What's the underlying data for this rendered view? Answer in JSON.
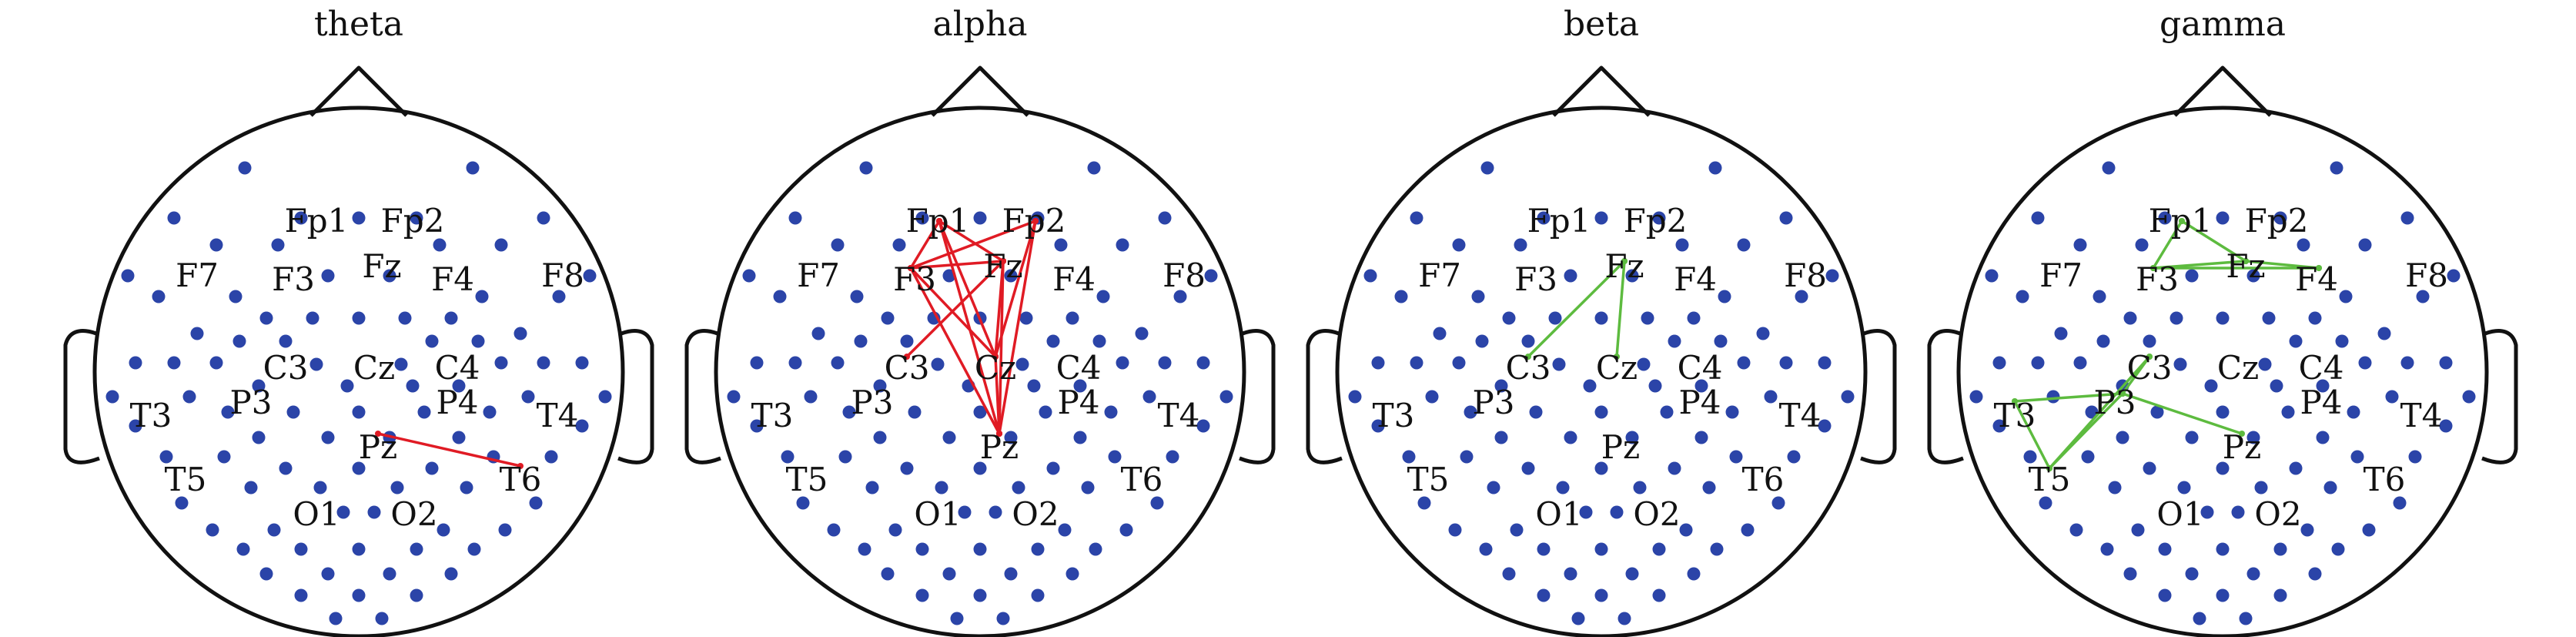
{
  "figure": {
    "band_titles": [
      "theta",
      "alpha",
      "beta",
      "gamma"
    ],
    "colors": {
      "head_outline": "#111111",
      "electrode_dot": "#2b44a8",
      "connection_theta_alpha": "#e01b24",
      "connection_beta_gamma": "#5dbb3f"
    },
    "electrode_labels": [
      "Fp1",
      "Fp2",
      "F7",
      "F3",
      "Fz",
      "F4",
      "F8",
      "C3",
      "Cz",
      "C4",
      "T3",
      "P3",
      "P4",
      "T4",
      "Pz",
      "T5",
      "T6",
      "O1",
      "O2"
    ]
  },
  "chart_data": {
    "type": "connectivity-topomap",
    "panels": [
      {
        "band": "theta",
        "connection_color": "#e01b24",
        "connections": [
          [
            "Pz",
            "T6"
          ]
        ]
      },
      {
        "band": "alpha",
        "connection_color": "#e01b24",
        "connections": [
          [
            "Fp1",
            "F3"
          ],
          [
            "Fp1",
            "Cz"
          ],
          [
            "Fp1",
            "Pz"
          ],
          [
            "Fp2",
            "F3"
          ],
          [
            "Fp2",
            "Cz"
          ],
          [
            "Fz",
            "Pz"
          ],
          [
            "Fz",
            "C3"
          ],
          [
            "F3",
            "Cz"
          ],
          [
            "F3",
            "Pz"
          ],
          [
            "F3",
            "Fz"
          ],
          [
            "Fz",
            "Cz"
          ],
          [
            "Cz",
            "Pz"
          ],
          [
            "Fp2",
            "Pz"
          ],
          [
            "Fp1",
            "Fz"
          ]
        ]
      },
      {
        "band": "beta",
        "connection_color": "#5dbb3f",
        "connections": [
          [
            "Fz",
            "Cz"
          ],
          [
            "Fz",
            "C3"
          ]
        ]
      },
      {
        "band": "gamma",
        "connection_color": "#5dbb3f",
        "connections": [
          [
            "F3",
            "Fz"
          ],
          [
            "F3",
            "F4"
          ],
          [
            "Fp1",
            "F3"
          ],
          [
            "Fz",
            "F4"
          ],
          [
            "Fp1",
            "Fz"
          ],
          [
            "T3",
            "P3"
          ],
          [
            "C3",
            "P3"
          ],
          [
            "P3",
            "T5"
          ],
          [
            "C3",
            "T5"
          ],
          [
            "T3",
            "T5"
          ],
          [
            "P3",
            "Pz"
          ]
        ]
      }
    ]
  }
}
